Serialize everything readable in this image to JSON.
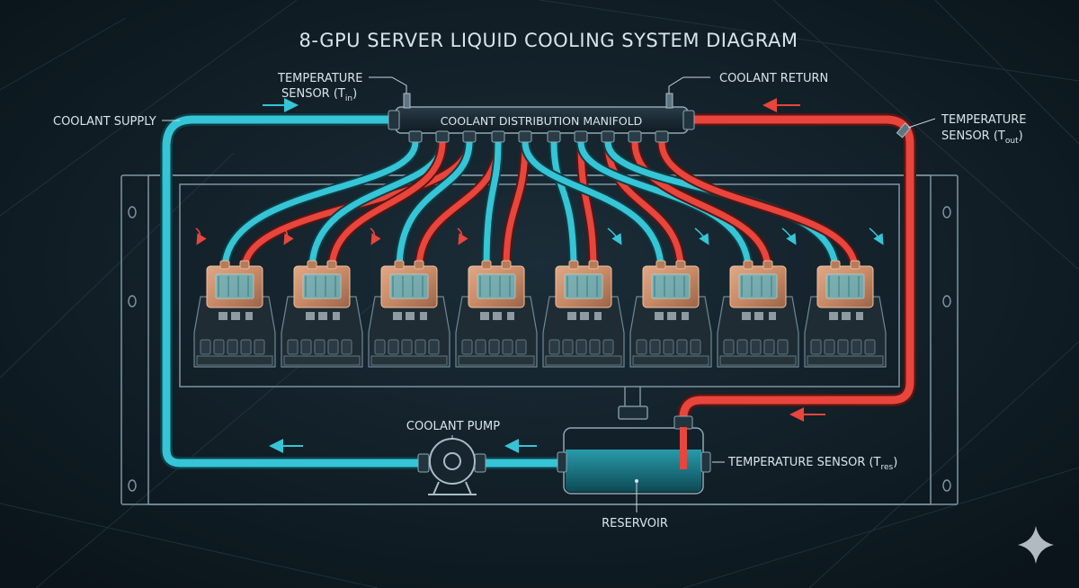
{
  "title": "8-GPU SERVER LIQUID COOLING SYSTEM DIAGRAM",
  "labels": {
    "coolant_supply": "COOLANT SUPPLY",
    "coolant_return": "COOLANT RETURN",
    "manifold": "COOLANT DISTRIBUTION MANIFOLD",
    "temp_in_line1": "TEMPERATURE",
    "temp_in_line2": "SENSOR (T",
    "temp_in_sub": "in",
    "temp_out_line1": "TEMPERATURE",
    "temp_out_line2": "SENSOR (T",
    "temp_out_sub": "out",
    "temp_res": "TEMPERATURE SENSOR (T",
    "temp_res_sub": "res",
    "close_paren": ")",
    "pump": "COOLANT PUMP",
    "reservoir": "RESERVOIR"
  },
  "gpu_count": 8,
  "colors": {
    "cold": "#35c5d6",
    "hot": "#e8453c",
    "copper": "#c98a66",
    "background": "#0e1a22",
    "line": "#6f8896"
  },
  "icons": [
    "sparkle-icon"
  ]
}
